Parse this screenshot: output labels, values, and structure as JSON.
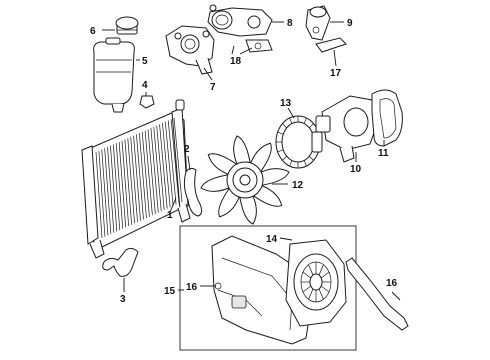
{
  "callouts": [
    {
      "id": "1",
      "text": "1"
    },
    {
      "id": "2",
      "text": "2"
    },
    {
      "id": "3",
      "text": "3"
    },
    {
      "id": "4",
      "text": "4"
    },
    {
      "id": "5",
      "text": "5"
    },
    {
      "id": "6",
      "text": "6"
    },
    {
      "id": "7",
      "text": "7"
    },
    {
      "id": "8",
      "text": "8"
    },
    {
      "id": "9",
      "text": "9"
    },
    {
      "id": "10",
      "text": "10"
    },
    {
      "id": "11",
      "text": "11"
    },
    {
      "id": "12",
      "text": "12"
    },
    {
      "id": "13",
      "text": "13"
    },
    {
      "id": "14",
      "text": "14"
    },
    {
      "id": "15",
      "text": "15"
    },
    {
      "id": "16a",
      "text": "16"
    },
    {
      "id": "16b",
      "text": "16"
    },
    {
      "id": "17",
      "text": "17"
    },
    {
      "id": "18",
      "text": "18"
    }
  ]
}
